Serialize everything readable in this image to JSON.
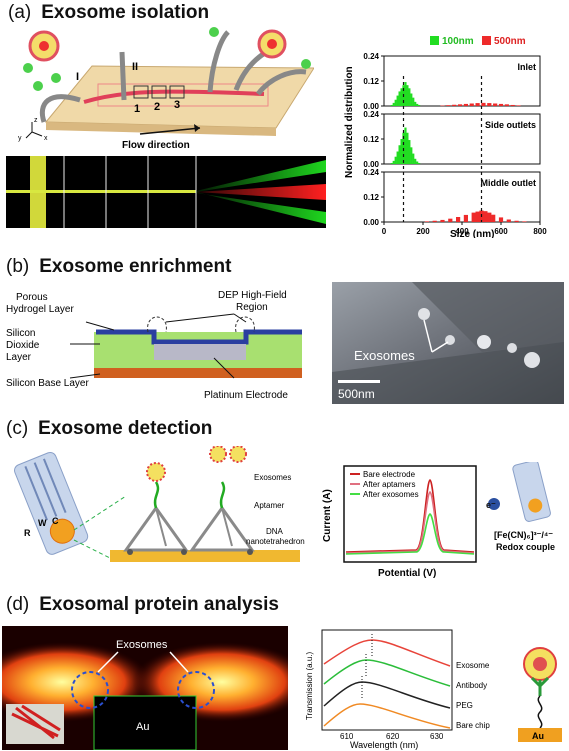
{
  "panel_a": {
    "letter": "(a)",
    "title": "Exosome isolation",
    "chip_labels": {
      "inlet_1": "I",
      "inlet_2": "II",
      "region_1": "1",
      "region_2": "2",
      "region_3": "3",
      "flow": "Flow direction",
      "ax_y": "y",
      "ax_z": "z",
      "ax_x": "x"
    },
    "legend": [
      "100nm",
      "500nm"
    ],
    "ylabel": "Normalized distribution",
    "xlabel": "Size (nm)",
    "yticks": [
      "0.24",
      "0.12",
      "0.00"
    ],
    "xticks": [
      "0",
      "200",
      "400",
      "600",
      "800"
    ],
    "subplot_titles": [
      "Inlet",
      "Side outlets",
      "Middle outlet"
    ]
  },
  "chart_data": {
    "type": "bar",
    "xlabel": "Size (nm)",
    "ylabel": "Normalized distribution",
    "xlim": [
      0,
      800
    ],
    "ylim": [
      0,
      0.24
    ],
    "legend_placement": "top",
    "colors": {
      "100nm": "#22dd22",
      "500nm": "#ee2a2a"
    },
    "panels": [
      {
        "title": "Inlet",
        "series": [
          {
            "name": "100nm",
            "x": [
              40,
              50,
              60,
              70,
              80,
              90,
              100,
              110,
              120,
              130,
              140,
              150,
              160,
              170,
              180
            ],
            "values": [
              0.005,
              0.015,
              0.03,
              0.05,
              0.07,
              0.085,
              0.1,
              0.115,
              0.1,
              0.085,
              0.06,
              0.04,
              0.02,
              0.01,
              0.005
            ]
          },
          {
            "name": "500nm",
            "x": [
              300,
              330,
              360,
              390,
              420,
              450,
              480,
              510,
              540,
              570,
              600,
              630,
              660,
              690
            ],
            "values": [
              0.002,
              0.004,
              0.006,
              0.008,
              0.01,
              0.012,
              0.014,
              0.015,
              0.014,
              0.012,
              0.01,
              0.008,
              0.005,
              0.003
            ]
          }
        ]
      },
      {
        "title": "Side outlets",
        "series": [
          {
            "name": "100nm",
            "x": [
              40,
              50,
              60,
              70,
              80,
              90,
              100,
              110,
              120,
              130,
              140,
              150,
              160,
              170,
              180
            ],
            "values": [
              0.005,
              0.015,
              0.035,
              0.06,
              0.09,
              0.12,
              0.15,
              0.175,
              0.15,
              0.115,
              0.08,
              0.05,
              0.025,
              0.012,
              0.005
            ]
          },
          {
            "name": "500nm",
            "x": [],
            "values": []
          }
        ]
      },
      {
        "title": "Middle outlet",
        "series": [
          {
            "name": "100nm",
            "x": [],
            "values": []
          },
          {
            "name": "500nm",
            "x": [
              220,
              260,
              300,
              340,
              380,
              420,
              460,
              480,
              500,
              520,
              540,
              560,
              600,
              640,
              680,
              720
            ],
            "values": [
              0.003,
              0.006,
              0.01,
              0.016,
              0.024,
              0.034,
              0.045,
              0.05,
              0.055,
              0.052,
              0.045,
              0.035,
              0.022,
              0.012,
              0.006,
              0.003
            ]
          }
        ]
      }
    ]
  },
  "panel_b": {
    "letter": "(b)",
    "title": "Exosome enrichment",
    "labels": {
      "porous": "Porous",
      "hydrogel": "Hydrogel Layer",
      "silicon": "Silicon",
      "dioxide": "Dioxide",
      "layer": "Layer",
      "dep1": "DEP High-Field",
      "dep2": "Region",
      "base": "Silicon Base Layer",
      "platinum": "Platinum Electrode"
    },
    "sem_label": "Exosomes",
    "scale_bar": "500nm"
  },
  "panel_c": {
    "letter": "(c)",
    "title": "Exosome detection",
    "electrode_letters": {
      "r": "R",
      "w": "W",
      "c": "C"
    },
    "labels": {
      "exosomes": "Exosomes",
      "aptamer": "Aptamer",
      "dna1": "DNA",
      "dna2": "nanotetrahedron"
    },
    "plot": {
      "ylabel": "Current (A)",
      "xlabel": "Potential (V)",
      "legend": [
        "Bare electrode",
        "After aptamers",
        "After exosomes"
      ]
    },
    "redox": {
      "eminus": "e⁻",
      "formula": "[Fe(CN)₆]³⁻/⁴⁻",
      "label": "Redox couple"
    }
  },
  "panel_d": {
    "letter": "(d)",
    "title": "Exosomal protein analysis",
    "labels": {
      "exosomes": "Exosomes",
      "au": "Au"
    },
    "plot": {
      "ylabel": "Transmission (a.u.)",
      "xlabel": "Wavelength (nm)",
      "xticks": [
        "610",
        "620",
        "630"
      ],
      "series": [
        {
          "name": "Exosome",
          "color": "#e8443a"
        },
        {
          "name": "Antibody",
          "color": "#2bbd3a"
        },
        {
          "name": "PEG",
          "color": "#222222"
        },
        {
          "name": "Bare chip",
          "color": "#f08a24"
        }
      ]
    },
    "au_label": "Au"
  }
}
